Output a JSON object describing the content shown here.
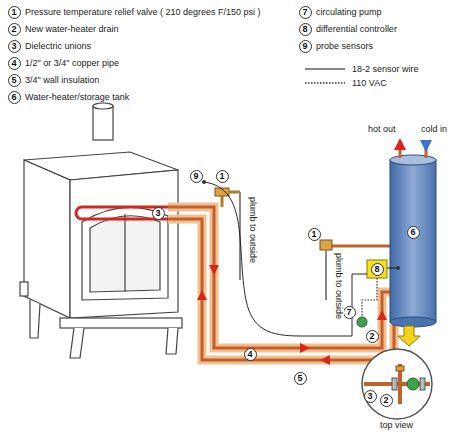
{
  "diagram": {
    "nodes": [
      {
        "text": [
          "1"
        ]
      },
      {
        "text": [
          "2"
        ]
      },
      {
        "text": [
          "3"
        ]
      },
      {
        "text": [
          "4"
        ]
      },
      {
        "text": [
          "5"
        ]
      },
      {
        "text": [
          "6"
        ]
      },
      {
        "text": [
          "7"
        ]
      },
      {
        "text": [
          "8"
        ]
      },
      {
        "text": [
          "9"
        ]
      },
      {
        "text": [
          "9"
        ]
      },
      {
        "text": [
          "3"
        ]
      },
      {
        "text": [
          "1"
        ]
      },
      {
        "text": [
          "1"
        ]
      },
      {
        "text": [
          "6"
        ]
      },
      {
        "text": [
          "8"
        ]
      },
      {
        "text": [
          "7"
        ]
      },
      {
        "text": [
          "2"
        ]
      },
      {
        "text": [
          "4"
        ]
      },
      {
        "text": [
          "5"
        ]
      },
      {
        "text": [
          "3"
        ]
      },
      {
        "text": [
          "2"
        ]
      }
    ],
    "labels": [
      "Pressure temperature relief valve ( 210 degrees F/150 psi )",
      "New water-heater drain",
      "Dielectric unions",
      "1/2\" or 3/4\" copper pipe",
      "3/4\" wall insulation",
      "Water-heater/storage tank",
      "circulating pump",
      "differential controller",
      "probe sensors",
      "hot out",
      "cold in",
      "plumb to outside",
      "plumb to outside",
      "top view"
    ],
    "legend": [
      {
        "text": "18-2 sensor wire"
      },
      {
        "text": "110 VAC"
      }
    ]
  }
}
